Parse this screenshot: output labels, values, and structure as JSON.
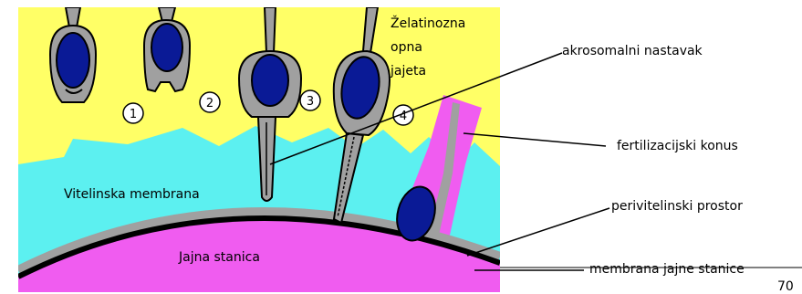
{
  "diagram": {
    "stages": [
      "1",
      "2",
      "3",
      "4"
    ],
    "inside_labels": {
      "jelly_coat": [
        "Želatinozna",
        "opna",
        "jajeta"
      ],
      "vitelline": "Vitelinska membrana",
      "egg_cell": "Jajna stanica"
    },
    "callouts": {
      "acrosomal_process": "akrosomalni nastavak",
      "fertilization_cone": "fertilizacijski konus",
      "perivitelline_space": "perivitelinski prostor",
      "egg_membrane": "membrana jajne stanice"
    },
    "page_number": "70",
    "colors": {
      "jelly": "#ffff66",
      "vitelline": "#5cf0f0",
      "egg": "#f05cf0",
      "sperm_body": "#a0a0a0",
      "nucleus": "#0a1a96",
      "membrane": "#000000"
    }
  }
}
